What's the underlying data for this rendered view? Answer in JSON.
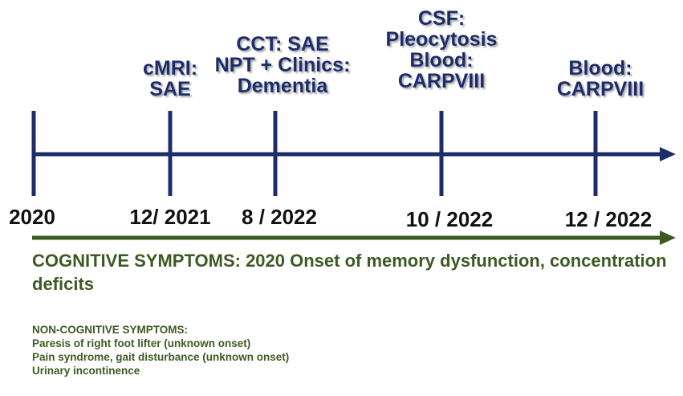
{
  "colors": {
    "timeline": "#1d2c6b",
    "symptoms": "#3d5a23",
    "dates": "#111111"
  },
  "events": [
    {
      "id": "e2020",
      "date": "2020",
      "lines": []
    },
    {
      "id": "e2021-12",
      "date": "12/ 2021",
      "lines": [
        "cMRI:",
        "SAE"
      ]
    },
    {
      "id": "e2022-08",
      "date": "8 / 2022",
      "lines": [
        "CCT: SAE",
        "NPT + Clinics:",
        "Dementia"
      ]
    },
    {
      "id": "e2022-10",
      "date": "10 / 2022",
      "lines": [
        "CSF:",
        "Pleocytosis",
        "Blood:",
        "CARPVIII"
      ]
    },
    {
      "id": "e2022-12",
      "date": "12 / 2022",
      "lines": [
        "Blood:",
        "CARPVIII"
      ]
    }
  ],
  "cognitive": {
    "text": "COGNITIVE  SYMPTOMS:  2020 Onset of memory dysfunction, concentration deficits"
  },
  "non_cognitive": {
    "heading": "NON-COGNITIVE  SYMPTOMS:",
    "items": [
      "Paresis of right foot lifter (unknown onset)",
      "Pain syndrome, gait disturbance (unknown onset)",
      "Urinary incontinence"
    ]
  }
}
